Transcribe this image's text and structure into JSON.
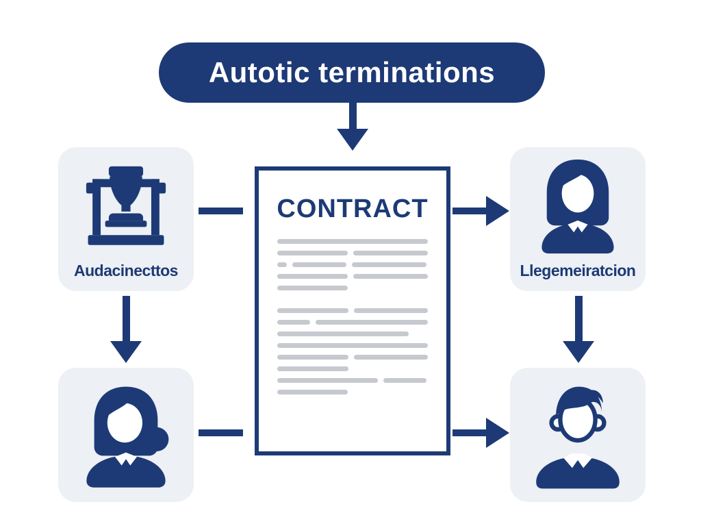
{
  "title": {
    "label": "Autotic terminations"
  },
  "contract": {
    "title": "CONTRACT"
  },
  "nodes": {
    "top_left": {
      "label": "Audacinecttos",
      "icon": "trophy-stand-icon"
    },
    "top_right": {
      "label": "Llegemeiratcion",
      "icon": "businesswoman-icon"
    },
    "bottom_left": {
      "icon": "businesswoman-bun-icon"
    },
    "bottom_right": {
      "icon": "businessman-icon"
    }
  },
  "colors": {
    "navy": "#1d3a76",
    "node_background": "#edf0f4",
    "document_line_gray": "#c6c9ce",
    "background": "#ffffff",
    "text_on_navy": "#ffffff"
  }
}
